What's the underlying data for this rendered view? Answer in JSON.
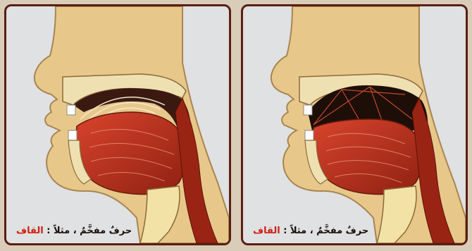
{
  "panels": [
    {
      "caption_text": "حرفٌ مفخَّمٌ ، مثلاً : ",
      "caption_highlight": "القاف",
      "tongue_marking": "concentric-arcs"
    },
    {
      "caption_text": "حرفٌ مفخَّمٌ ، مثلاً : ",
      "caption_highlight": "القاف",
      "tongue_marking": "dark-cavity-rays"
    }
  ],
  "colors": {
    "frame": "#5a1e12",
    "background": "#dfe1e3",
    "skin": "#e8c88a",
    "muscle": "#b8301e",
    "highlight_text": "#d02010"
  }
}
